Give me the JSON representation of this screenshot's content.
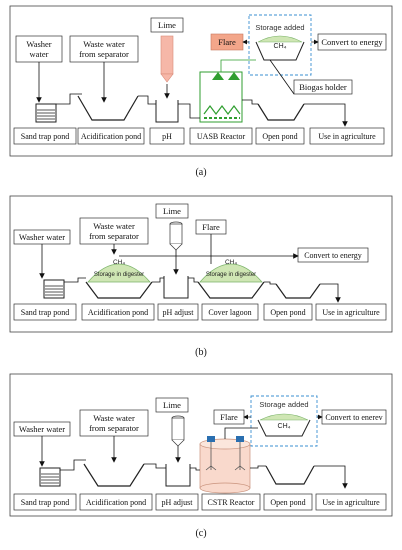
{
  "panel_a": {
    "caption": "(a)",
    "washer_water": [
      "Washer",
      "water"
    ],
    "waste_water": [
      "Waste water",
      "from separator"
    ],
    "lime": "Lime",
    "flare": "Flare",
    "storage_added": "Storage added",
    "ch4": "CH₄",
    "convert": "Convert to energy",
    "biogas_holder": "Biogas holder",
    "bottom": [
      "Sand trap pond",
      "Acidification pond",
      "pH",
      "UASB Reactor",
      "Open pond",
      "Use in agriculture"
    ]
  },
  "panel_b": {
    "caption": "(b)",
    "washer_water": "Washer water",
    "waste_water": [
      "Waste water",
      "from separator"
    ],
    "lime": "Lime",
    "flare": "Flare",
    "ch4": "CH₄",
    "storage": "Storage in digester",
    "convert": "Convert to energy",
    "bottom": [
      "Sand trap pond",
      "Acidification pond",
      "pH adjust",
      "Cover lagoon",
      "Open pond",
      "Use in agriculture"
    ]
  },
  "panel_c": {
    "caption": "(c)",
    "washer_water": "Washer water",
    "waste_water": [
      "Waste water",
      "from separator"
    ],
    "lime": "Lime",
    "flare": "Flare",
    "storage_added": "Storage added",
    "ch4": "CH₄",
    "convert": "Convert to enerev",
    "bottom": [
      "Sand trap pond",
      "Acidification pond",
      "pH adjust",
      "CSTR Reactor",
      "Open pond",
      "Use in agriculture"
    ]
  },
  "colors": {
    "biogas_green": "#cfe6b4",
    "flare_orange": "#f3a68a",
    "lime_pink": "#f6b7a8",
    "storage_dash": "#3a8fd0",
    "cstr_fill": "#f9d9cc",
    "uasb_green": "#2f9e2f"
  }
}
